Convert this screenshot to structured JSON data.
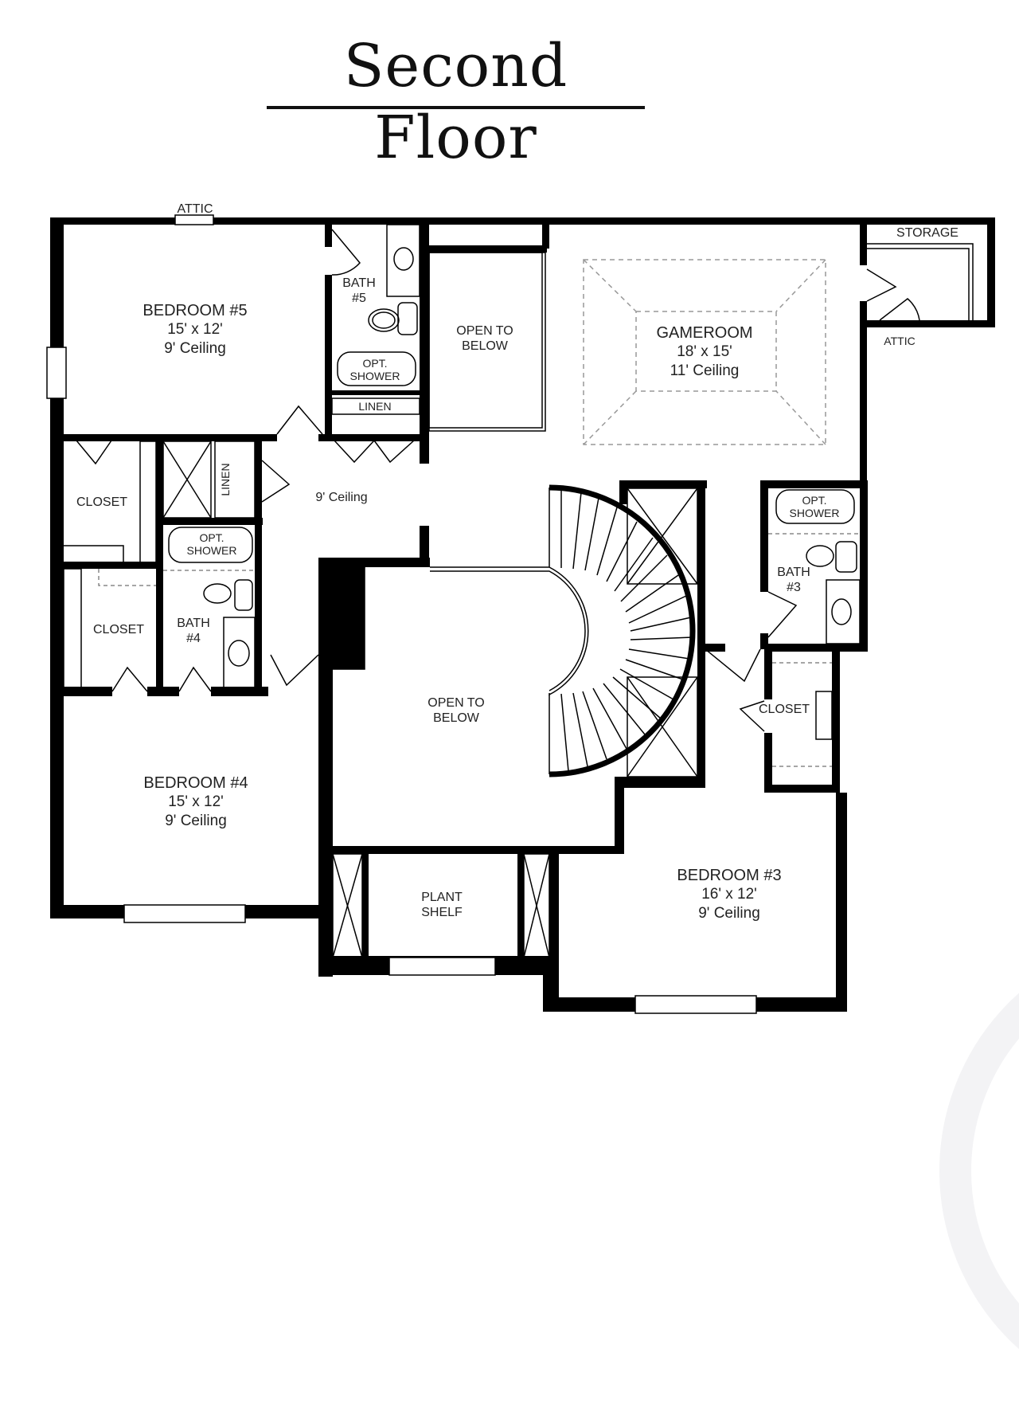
{
  "title": "Second Floor",
  "rooms": {
    "bedroom5": {
      "name": "BEDROOM #5",
      "size": "15' x 12'",
      "ceiling": "9' Ceiling"
    },
    "bath5": {
      "name": "BATH",
      "num": "#5",
      "shower": [
        "OPT.",
        "SHOWER"
      ],
      "linen": "LINEN"
    },
    "open_top": {
      "line1": "OPEN TO",
      "line2": "BELOW"
    },
    "gameroom": {
      "name": "GAMEROOM",
      "size": "18' x 15'",
      "ceiling": "11' Ceiling"
    },
    "storage": {
      "name": "STORAGE"
    },
    "attic_top": "ATTIC",
    "attic_right": "ATTIC",
    "closet_upper_left": "CLOSET",
    "linen_vertical": "LINEN",
    "hall_ceiling": "9' Ceiling",
    "bath4": {
      "name": "BATH",
      "num": "#4",
      "shower": [
        "OPT.",
        "SHOWER"
      ]
    },
    "closet_lower_left": "CLOSET",
    "open_center": {
      "line1": "OPEN TO",
      "line2": "BELOW"
    },
    "bath3": {
      "name": "BATH",
      "num": "#3",
      "shower": [
        "OPT.",
        "SHOWER"
      ]
    },
    "closet_right": "CLOSET",
    "bedroom4": {
      "name": "BEDROOM #4",
      "size": "15' x 12'",
      "ceiling": "9' Ceiling"
    },
    "plant_shelf": {
      "line1": "PLANT",
      "line2": "SHELF"
    },
    "bedroom3": {
      "name": "BEDROOM #3",
      "size": "16' x 12'",
      "ceiling": "9' Ceiling"
    }
  },
  "colors": {
    "wall": "#000000",
    "background": "#ffffff",
    "dashed": "#999999",
    "text": "#222222"
  }
}
